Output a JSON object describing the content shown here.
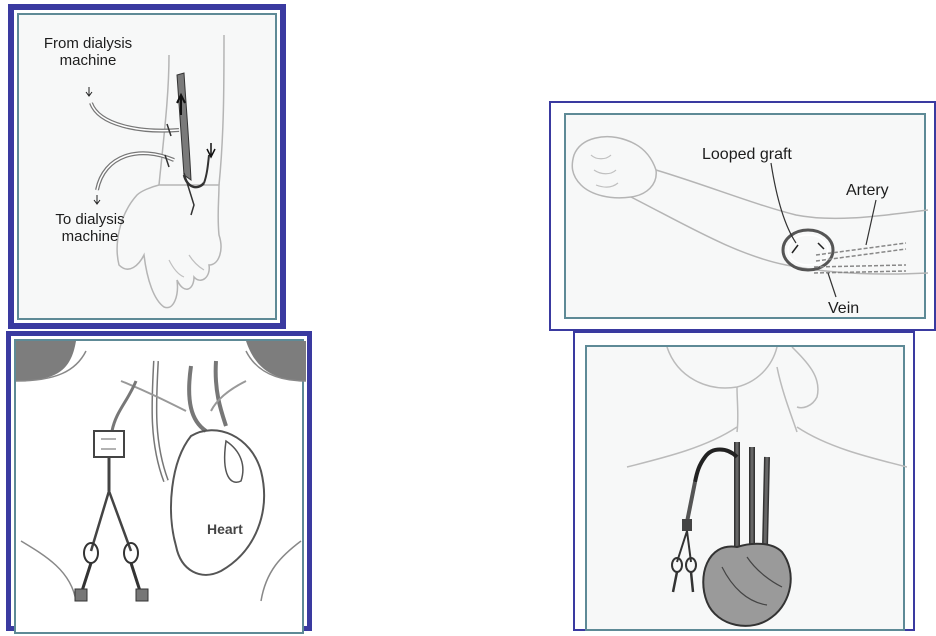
{
  "colors": {
    "frame": "#3a3aa0",
    "inner_border": "#5e8a96",
    "line": "#8a8a8a",
    "dark": "#1d1d1d",
    "shade": "#7a7a7a"
  },
  "panels": {
    "forearm_fistula": {
      "label_from": "From dialysis machine",
      "label_to": "To dialysis machine"
    },
    "arm_graft": {
      "label_graft": "Looped graft",
      "label_artery": "Artery",
      "label_vein": "Vein"
    },
    "chest_catheter": {
      "label_heart": "Heart"
    },
    "neck_catheter": {}
  }
}
